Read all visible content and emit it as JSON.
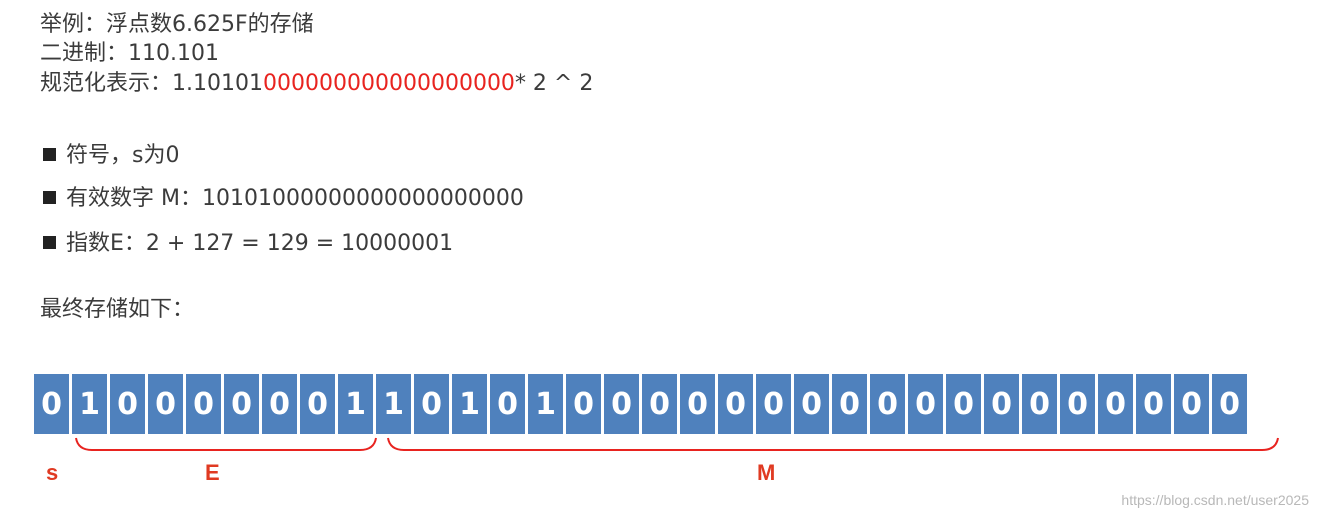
{
  "header": {
    "example": "举例：浮点数6.625F的存储",
    "binary": "二进制：110.101",
    "normalized_prefix": "规范化表示：1.10101",
    "normalized_zeros": "000000000000000000",
    "normalized_suffix": "* 2 ^ 2"
  },
  "bullets": [
    {
      "text": "符号，s为0"
    },
    {
      "text": "有效数字 M：10101000000000000000000"
    },
    {
      "text": "指数E：2 + 127 = 129 = 10000001"
    }
  ],
  "final_label": "最终存储如下：",
  "bits": [
    "0",
    "1",
    "0",
    "0",
    "0",
    "0",
    "0",
    "0",
    "1",
    "1",
    "0",
    "1",
    "0",
    "1",
    "0",
    "0",
    "0",
    "0",
    "0",
    "0",
    "0",
    "0",
    "0",
    "0",
    "0",
    "0",
    "0",
    "0",
    "0",
    "0",
    "0",
    "0"
  ],
  "labels": {
    "s": "s",
    "e": "E",
    "m": "M"
  },
  "colors": {
    "bit_fill": "#4f81bd",
    "accent_red": "#e8231f"
  },
  "watermark": "https://blog.csdn.net/user2025"
}
